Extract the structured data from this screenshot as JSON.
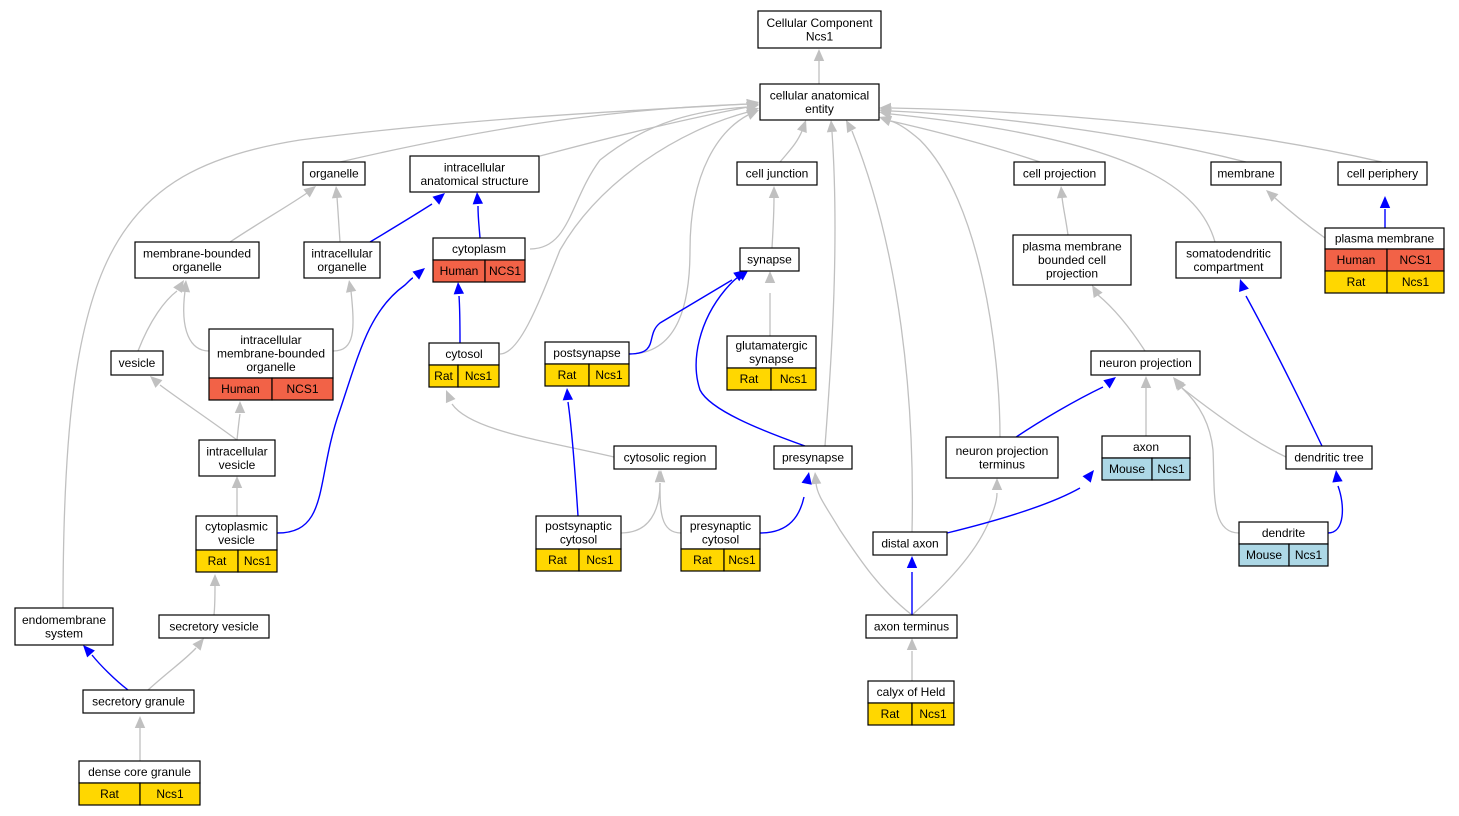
{
  "colors": {
    "human": "#f26247",
    "rat": "#ffd700",
    "mouse": "#add8e6",
    "is_a_edge": "#c0c0c0",
    "part_of_edge": "#0000ff"
  },
  "nodes": {
    "root": [
      "Cellular Component",
      "Ncs1"
    ],
    "cae": [
      "cellular anatomical",
      "entity"
    ],
    "organelle": [
      "organelle"
    ],
    "ias": [
      "intracellular",
      "anatomical structure"
    ],
    "cell_junction": [
      "cell junction"
    ],
    "cell_projection": [
      "cell projection"
    ],
    "membrane": [
      "membrane"
    ],
    "cell_periphery": [
      "cell periphery"
    ],
    "mbo": [
      "membrane-bounded",
      "organelle"
    ],
    "io": [
      "intracellular",
      "organelle"
    ],
    "cytoplasm": [
      "cytoplasm"
    ],
    "synapse": [
      "synapse"
    ],
    "pmbcp": [
      "plasma membrane",
      "bounded cell",
      "projection"
    ],
    "sdc": [
      "somatodendritic",
      "compartment"
    ],
    "plasma_membrane": [
      "plasma membrane"
    ],
    "vesicle": [
      "vesicle"
    ],
    "imbo": [
      "intracellular",
      "membrane-bounded",
      "organelle"
    ],
    "cytosol": [
      "cytosol"
    ],
    "postsynapse": [
      "postsynapse"
    ],
    "glut": [
      "glutamatergic",
      "synapse"
    ],
    "neuron_projection": [
      "neuron projection"
    ],
    "iv": [
      "intracellular",
      "vesicle"
    ],
    "cytosolic_region": [
      "cytosolic region"
    ],
    "presynapse": [
      "presynapse"
    ],
    "npt": [
      "neuron projection",
      "terminus"
    ],
    "axon": [
      "axon"
    ],
    "dendritic_tree": [
      "dendritic tree"
    ],
    "cv": [
      "cytoplasmic",
      "vesicle"
    ],
    "postsyn_cytosol": [
      "postsynaptic",
      "cytosol"
    ],
    "presyn_cytosol": [
      "presynaptic",
      "cytosol"
    ],
    "distal_axon": [
      "distal axon"
    ],
    "dendrite": [
      "dendrite"
    ],
    "ems": [
      "endomembrane",
      "system"
    ],
    "secretory_vesicle": [
      "secretory vesicle"
    ],
    "axon_terminus": [
      "axon terminus"
    ],
    "secretory_granule": [
      "secretory granule"
    ],
    "calyx": [
      "calyx of Held"
    ],
    "dcg": [
      "dense core granule"
    ]
  },
  "annotations": {
    "plasma_membrane": [
      [
        "Human",
        "NCS1"
      ],
      [
        "Rat",
        "Ncs1"
      ]
    ],
    "cytoplasm": [
      [
        "Human",
        "NCS1"
      ]
    ],
    "imbo": [
      [
        "Human",
        "NCS1"
      ]
    ],
    "cytosol": [
      [
        "Rat",
        "Ncs1"
      ]
    ],
    "postsynapse": [
      [
        "Rat",
        "Ncs1"
      ]
    ],
    "glut": [
      [
        "Rat",
        "Ncs1"
      ]
    ],
    "axon": [
      [
        "Mouse",
        "Ncs1"
      ]
    ],
    "cv": [
      [
        "Rat",
        "Ncs1"
      ]
    ],
    "postsyn_cytosol": [
      [
        "Rat",
        "Ncs1"
      ]
    ],
    "presyn_cytosol": [
      [
        "Rat",
        "Ncs1"
      ]
    ],
    "dendrite": [
      [
        "Mouse",
        "Ncs1"
      ]
    ],
    "calyx": [
      [
        "Rat",
        "Ncs1"
      ]
    ],
    "dcg": [
      [
        "Rat",
        "Ncs1"
      ]
    ]
  }
}
